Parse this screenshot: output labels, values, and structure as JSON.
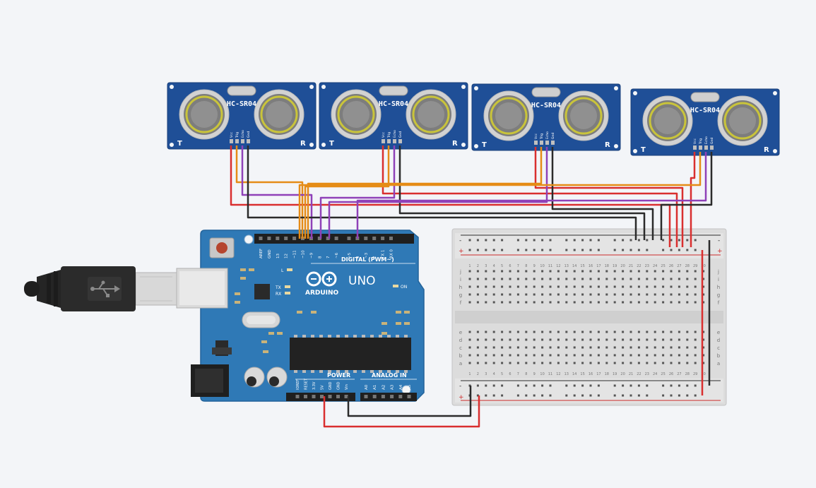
{
  "sensors": [
    {
      "model": "HC-SR04",
      "pin_vcc": "Vcc",
      "pin_trig": "Trig",
      "pin_echo": "Echo",
      "pin_gnd": "Gnd",
      "corner_left": "T",
      "corner_right": "R"
    },
    {
      "model": "HC-SR04",
      "pin_vcc": "Vcc",
      "pin_trig": "Trig",
      "pin_echo": "Echo",
      "pin_gnd": "Gnd",
      "corner_left": "T",
      "corner_right": "R"
    },
    {
      "model": "HC-SR04",
      "pin_vcc": "Vcc",
      "pin_trig": "Trig",
      "pin_echo": "Echo",
      "pin_gnd": "Gnd",
      "corner_left": "T",
      "corner_right": "R"
    },
    {
      "model": "HC-SR04",
      "pin_vcc": "Vcc",
      "pin_trig": "Trig",
      "pin_echo": "Echo",
      "pin_gnd": "Gnd",
      "corner_left": "T",
      "corner_right": "R"
    }
  ],
  "arduino": {
    "brand": "ARDUINO",
    "model": "UNO",
    "digital_header": "DIGITAL (PWM~)",
    "digital_pins": [
      "AREF",
      "GND",
      "13",
      "12",
      "~11",
      "~10",
      "~9",
      "8",
      "7",
      "~6",
      "~5",
      "4",
      "~3",
      "2",
      "TX 1",
      "RX 0"
    ],
    "power_label": "POWER",
    "analog_label": "ANALOG IN",
    "power_pins": [
      "IOREF",
      "RESET",
      "3.3V",
      "5V",
      "GND",
      "GND",
      "Vin"
    ],
    "analog_pins": [
      "A0",
      "A1",
      "A2",
      "A3",
      "A4",
      "A5"
    ],
    "led_l": "L",
    "led_tx": "TX",
    "led_rx": "RX",
    "led_on": "ON"
  },
  "breadboard": {
    "row_letters_top": [
      "j",
      "i",
      "h",
      "g",
      "f"
    ],
    "row_letters_bottom": [
      "e",
      "d",
      "c",
      "b",
      "a"
    ],
    "column_numbers": [
      "1",
      "2",
      "3",
      "4",
      "5",
      "6",
      "7",
      "8",
      "9",
      "10",
      "11",
      "12",
      "13",
      "14",
      "15",
      "16",
      "17",
      "18",
      "19",
      "20",
      "21",
      "22",
      "23",
      "24",
      "25",
      "26",
      "27",
      "28",
      "29",
      "30"
    ],
    "rail_minus": "-",
    "rail_plus": "+"
  },
  "wire_colors": {
    "power": "#d92f2f",
    "ground": "#2b2b2b",
    "trigger": "#e58c17",
    "echo": "#8f41b8"
  }
}
